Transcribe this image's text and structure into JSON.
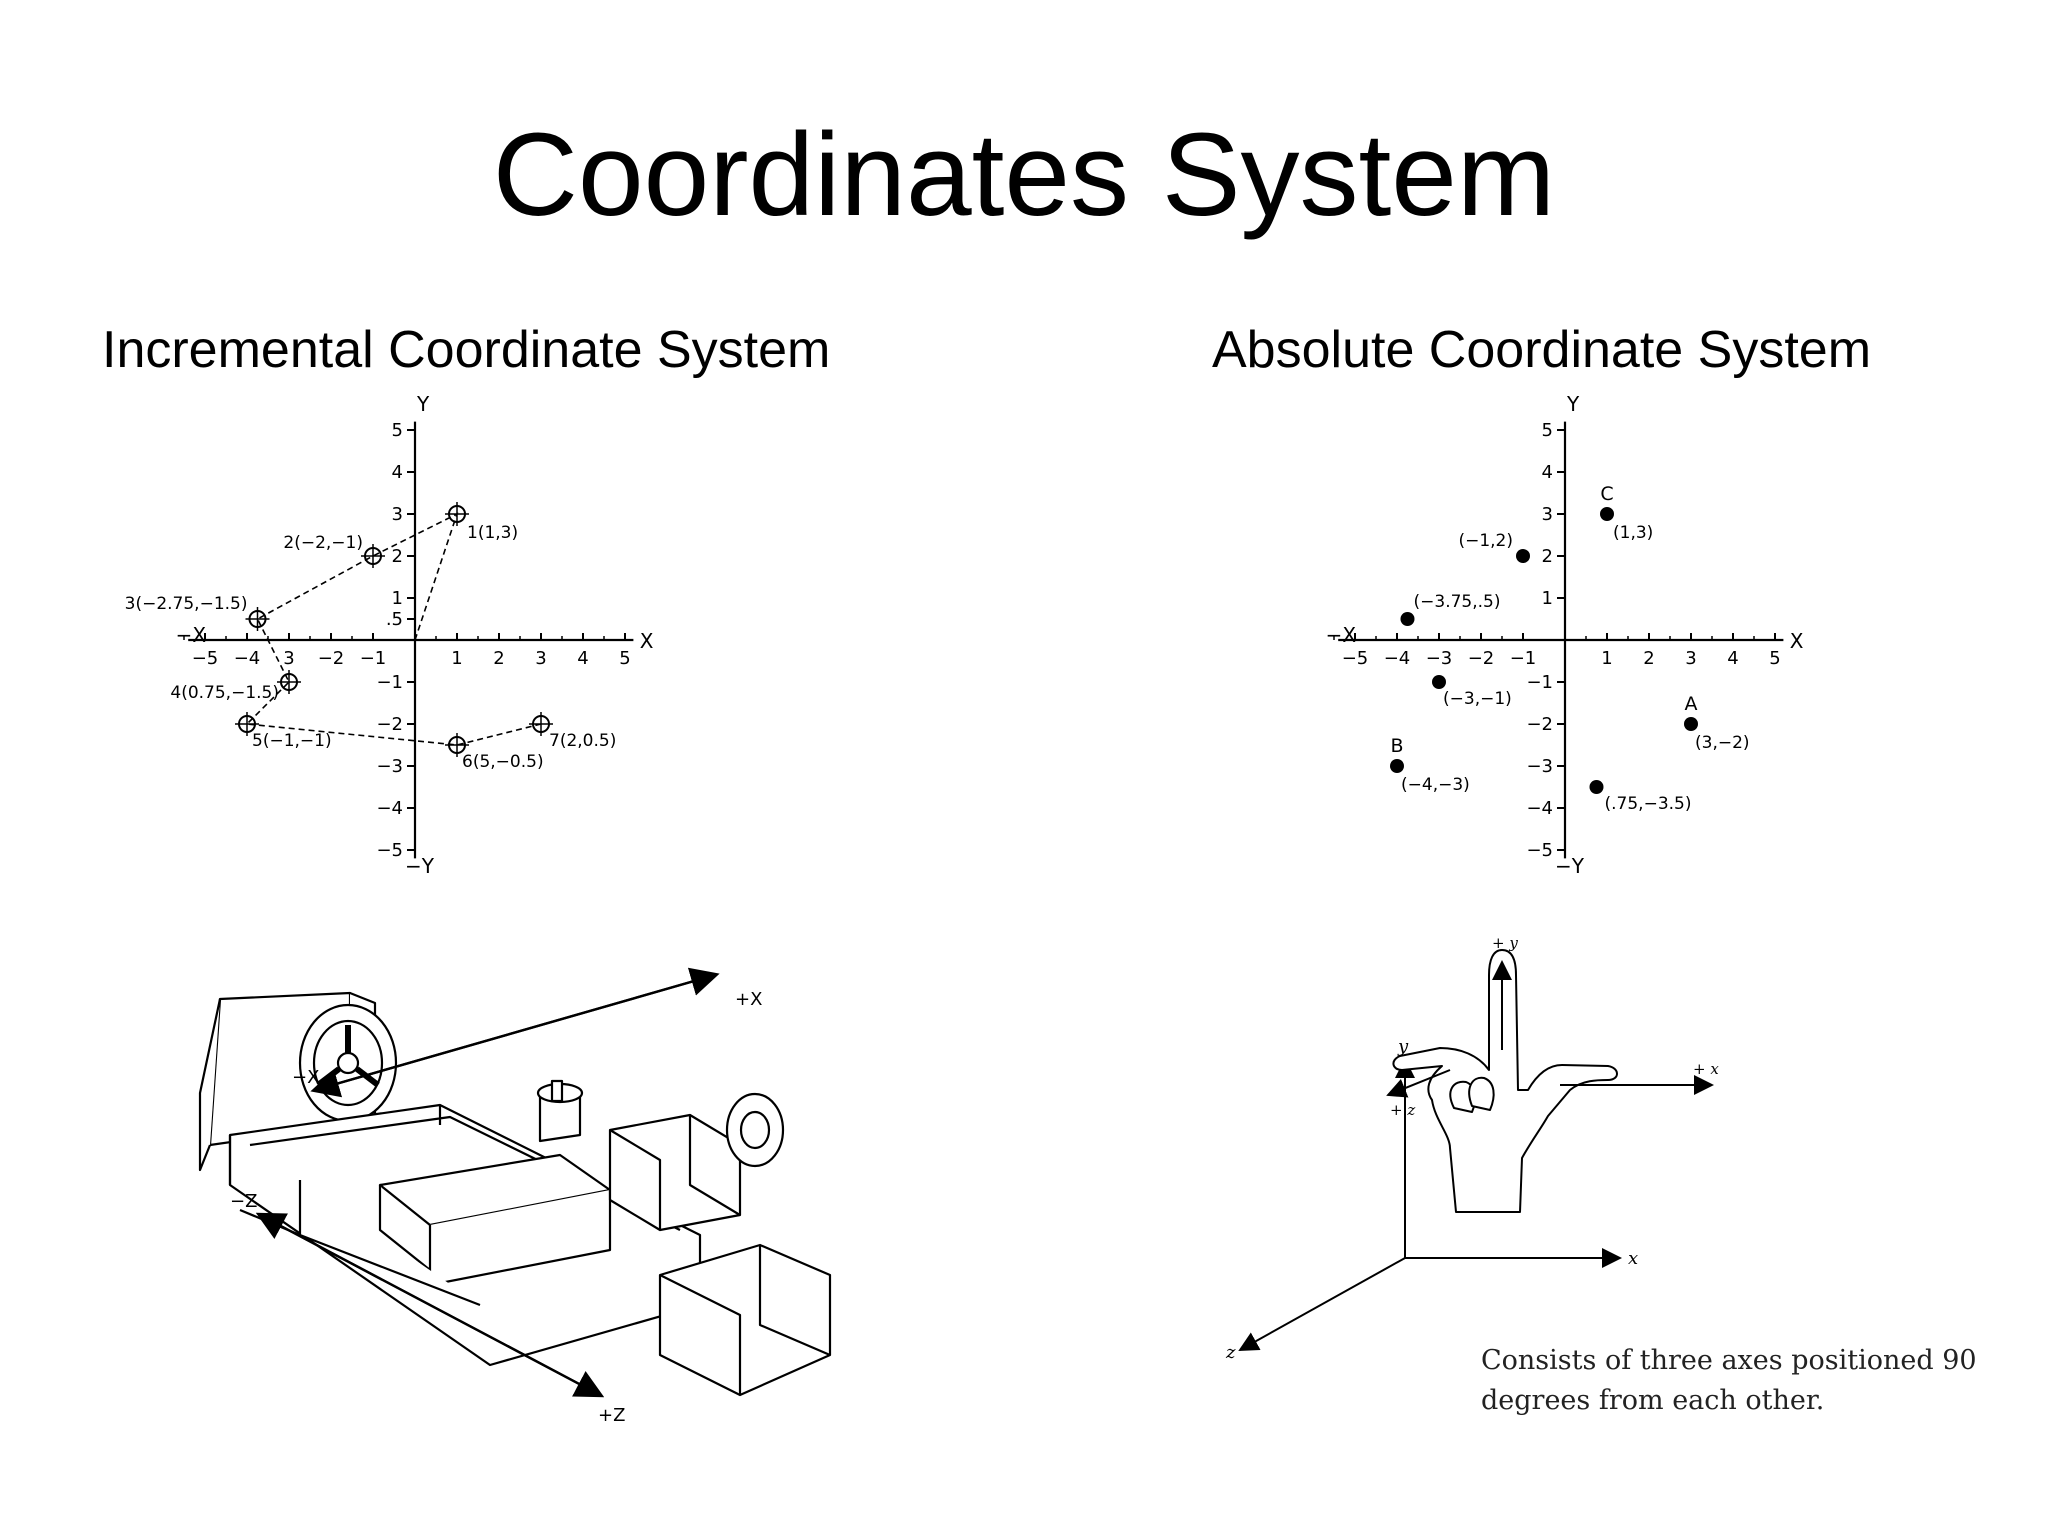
{
  "slide": {
    "title": "Coordinates System"
  },
  "incremental": {
    "heading": "Incremental Coordinate System",
    "axis_labels": {
      "x_pos": "X",
      "x_neg": "−X",
      "y_pos": "Y",
      "y_neg": "−Y"
    },
    "x_ticks": [
      "−5",
      "−4",
      "3",
      "−2",
      "−1",
      "1",
      "2",
      "3",
      "4",
      "5"
    ],
    "y_ticks": [
      "5",
      "4",
      "3",
      "2",
      "1",
      ".5",
      "−1",
      "−2",
      "−3",
      "−4",
      "−5"
    ],
    "points": [
      {
        "label": "1(1,3)",
        "x": 1,
        "y": 3
      },
      {
        "label": "2(−2,−1)",
        "x": -1,
        "y": 2
      },
      {
        "label": "3(−2.75,−1.5)",
        "x": -3.75,
        "y": 0.5
      },
      {
        "label": "4(0.75,−1.5)",
        "x": -3,
        "y": -1
      },
      {
        "label": "5(−1,−1)",
        "x": -4,
        "y": -2
      },
      {
        "label": "6(5,−0.5)",
        "x": 1,
        "y": -2.5
      },
      {
        "label": "7(2,0.5)",
        "x": 3,
        "y": -2
      }
    ]
  },
  "absolute": {
    "heading": "Absolute Coordinate System",
    "axis_labels": {
      "x_pos": "X",
      "x_neg": "−X",
      "y_pos": "Y",
      "y_neg": "−Y"
    },
    "x_ticks": [
      "−5",
      "−4",
      "−3",
      "−2",
      "−1",
      "1",
      "2",
      "3",
      "4",
      "5"
    ],
    "y_ticks": [
      "5",
      "4",
      "3",
      "2",
      "1",
      "−1",
      "−2",
      "−3",
      "−4",
      "−5"
    ],
    "points": [
      {
        "label": "(1,3)",
        "letter": "C",
        "x": 1,
        "y": 3
      },
      {
        "label": "(−1,2)",
        "x": -1,
        "y": 2
      },
      {
        "label": "(−3.75,.5)",
        "x": -3.75,
        "y": 0.5
      },
      {
        "label": "(−3,−1)",
        "x": -3,
        "y": -1
      },
      {
        "label": "(3,−2)",
        "letter": "A",
        "x": 3,
        "y": -2
      },
      {
        "label": "(−4,−3)",
        "letter": "B",
        "x": -4,
        "y": -3
      },
      {
        "label": "(.75,−3.5)",
        "x": 0.75,
        "y": -3.5
      }
    ]
  },
  "lathe": {
    "labels": {
      "x_pos": "+X",
      "x_neg": "−X",
      "z_pos": "+Z",
      "z_neg": "−Z"
    }
  },
  "hand_rule": {
    "labels": {
      "y": "y",
      "x": "x",
      "z": "z",
      "hand_y": "+ y",
      "hand_x": "+ x",
      "hand_z": "+ z"
    },
    "caption": "Consists of three axes positioned 90 degrees from each other."
  }
}
